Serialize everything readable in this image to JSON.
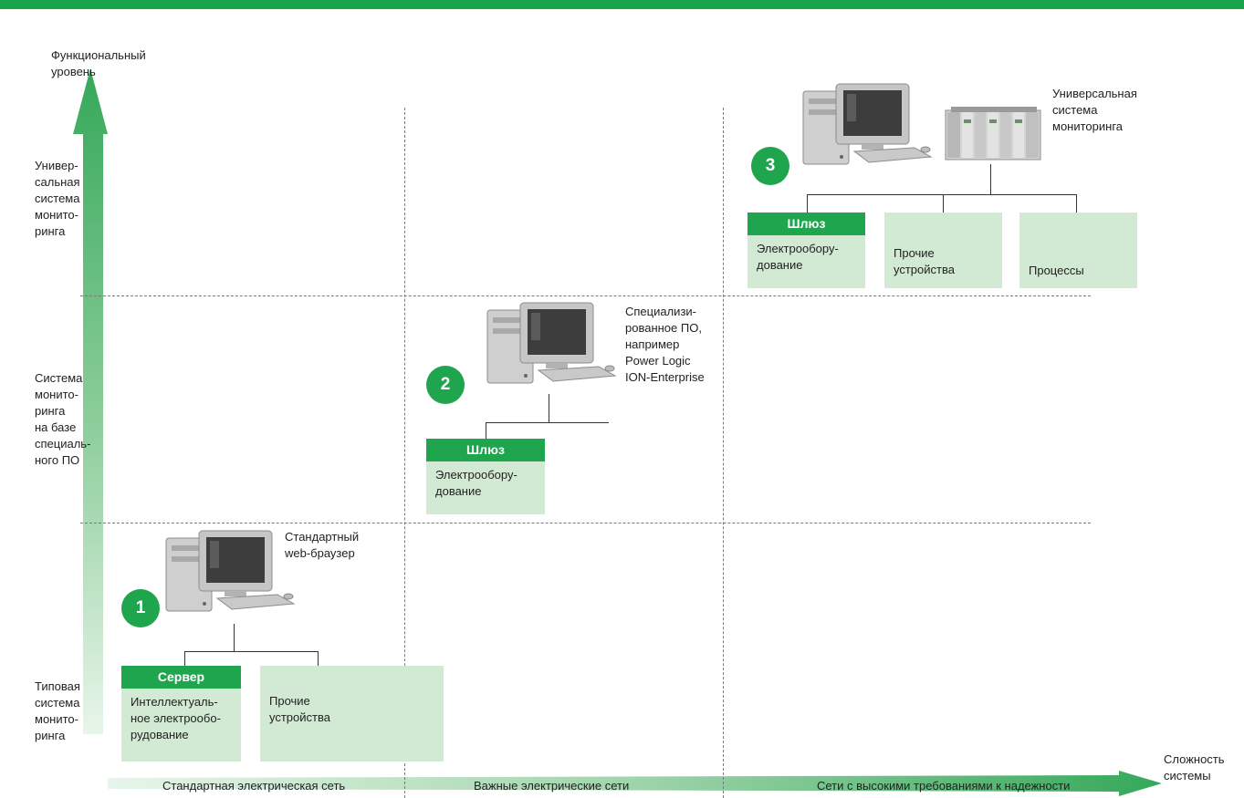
{
  "y_axis": {
    "title": "Функциональный\nуровень",
    "levels": [
      "Универ-\nсальная\nсистема\nмонито-\nринга",
      "Система\nмонито-\nринга\nна базе\nспециаль-\nного ПО",
      "Типовая\nсистема\nмонито-\nринга"
    ]
  },
  "x_axis": {
    "title": "Сложность\nсистемы",
    "segments": [
      "Стандартная электрическая сеть",
      "Важные электрические сети",
      "Сети с высокими требованиями к надежности"
    ]
  },
  "level1": {
    "badge": "1",
    "pc_caption": "Стандартный\nweb-браузер",
    "boxes": [
      {
        "header": "Сервер",
        "text": "Интеллектуаль-\nное электрообо-\nрудование"
      },
      {
        "header": "",
        "text": "Прочие\nустройства"
      }
    ]
  },
  "level2": {
    "badge": "2",
    "pc_caption": "Специализи-\nрованное ПО,\nнапример\nPower Logic\nION-Enterprise",
    "boxes": [
      {
        "header": "Шлюз",
        "text": "Электрообору-\nдование"
      }
    ]
  },
  "level3": {
    "badge": "3",
    "plc_caption": "Универсальная\nсистема\nмониторинга",
    "boxes": [
      {
        "header": "Шлюз",
        "text": "Электрообору-\nдование"
      },
      {
        "header": "",
        "text": "Прочие\nустройства"
      },
      {
        "header": "",
        "text": "Процессы"
      }
    ]
  },
  "colors": {
    "brand_green": "#1ea54e",
    "box_fill": "#d2ead3",
    "top_bar": "#17a34a"
  },
  "icons": [
    "desktop-computer-icon",
    "plc-rack-icon"
  ]
}
